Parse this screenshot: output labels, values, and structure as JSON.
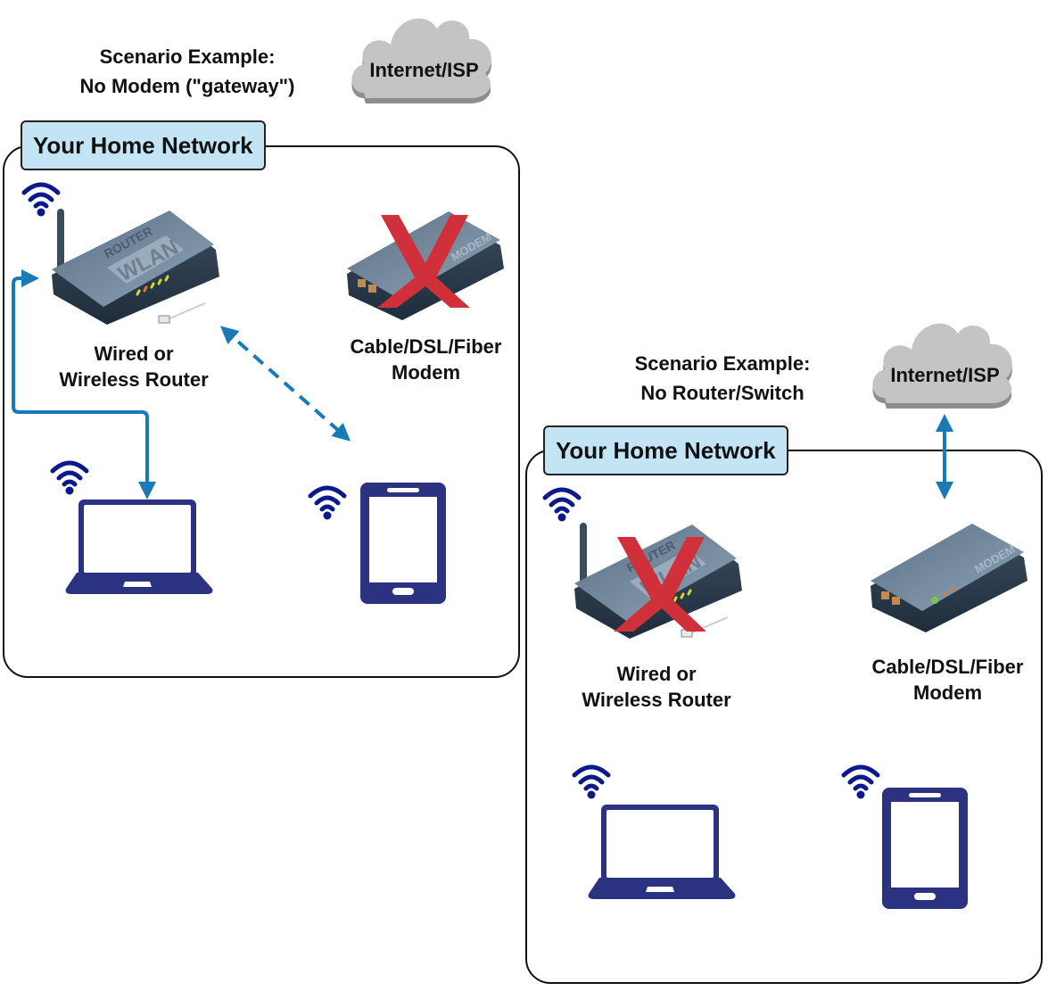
{
  "diagram_title": "Home network scenarios",
  "colors": {
    "tag_fill": "#c3e4f5",
    "device_navy": "#2b3380",
    "wifi_navy": "#0a1a8c",
    "arrow_blue": "#1a7ab8",
    "cross_red": "#d0303a",
    "cloud_gray": "#c4c4c4"
  },
  "scenario_a": {
    "caption_line1": "Scenario Example:",
    "caption_line2": "No Modem (\"gateway\")",
    "cloud_label": "Internet/ISP",
    "network_tag": "Your Home Network",
    "router": {
      "label_line1": "Wired or",
      "label_line2": "Wireless Router",
      "brand_text": "ROUTER",
      "panel_text": "WLAN",
      "crossed_out": false
    },
    "modem": {
      "label_line1": "Cable/DSL/Fiber",
      "label_line2": "Modem",
      "brand_text": "MODEM",
      "crossed_out": true
    },
    "connections": [
      {
        "from": "router",
        "to": "laptop",
        "style": "solid",
        "direction": "bidirectional"
      },
      {
        "from": "router",
        "to": "phone",
        "style": "dashed",
        "direction": "bidirectional"
      }
    ],
    "devices": [
      "laptop",
      "phone"
    ]
  },
  "scenario_b": {
    "caption_line1": "Scenario Example:",
    "caption_line2": "No Router/Switch",
    "cloud_label": "Internet/ISP",
    "network_tag": "Your Home Network",
    "router": {
      "label_line1": "Wired or",
      "label_line2": "Wireless Router",
      "brand_text": "ROUTER",
      "panel_text": "WLAN",
      "crossed_out": true
    },
    "modem": {
      "label_line1": "Cable/DSL/Fiber",
      "label_line2": "Modem",
      "brand_text": "MODEM",
      "crossed_out": false
    },
    "connections": [
      {
        "from": "cloud",
        "to": "modem",
        "style": "solid",
        "direction": "bidirectional"
      }
    ],
    "devices": [
      "laptop",
      "phone"
    ]
  }
}
